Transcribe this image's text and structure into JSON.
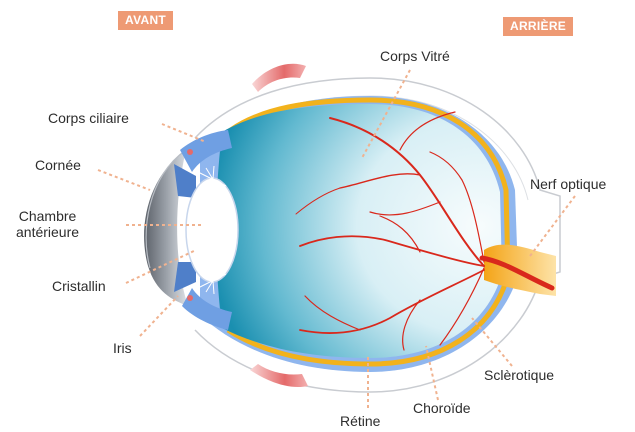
{
  "badges": {
    "front": "AVANT",
    "back": "ARRIÈRE"
  },
  "labels": {
    "corps_vitre": "Corps Vitré",
    "corps_ciliaire": "Corps ciliaire",
    "cornee": "Cornée",
    "chambre_line1": "Chambre",
    "chambre_line2": "antérieure",
    "cristallin": "Cristallin",
    "iris": "Iris",
    "nerf_optique": "Nerf optique",
    "sclerotique": "Sclèrotique",
    "choroide": "Choroïde",
    "retine": "Rétine"
  },
  "colors": {
    "badge": "#ee9a74",
    "sclera_outline": "#c9ccd1",
    "retina_blue": "#8fb6ee",
    "choroid_yellow": "#f2b21c",
    "vitreous_light": "#f2fafc",
    "vitreous_teal": "#1f97b6",
    "vessels": "#d9281c",
    "leader_lines": "#f0b28f",
    "muscle_red": "#e46a6a"
  }
}
